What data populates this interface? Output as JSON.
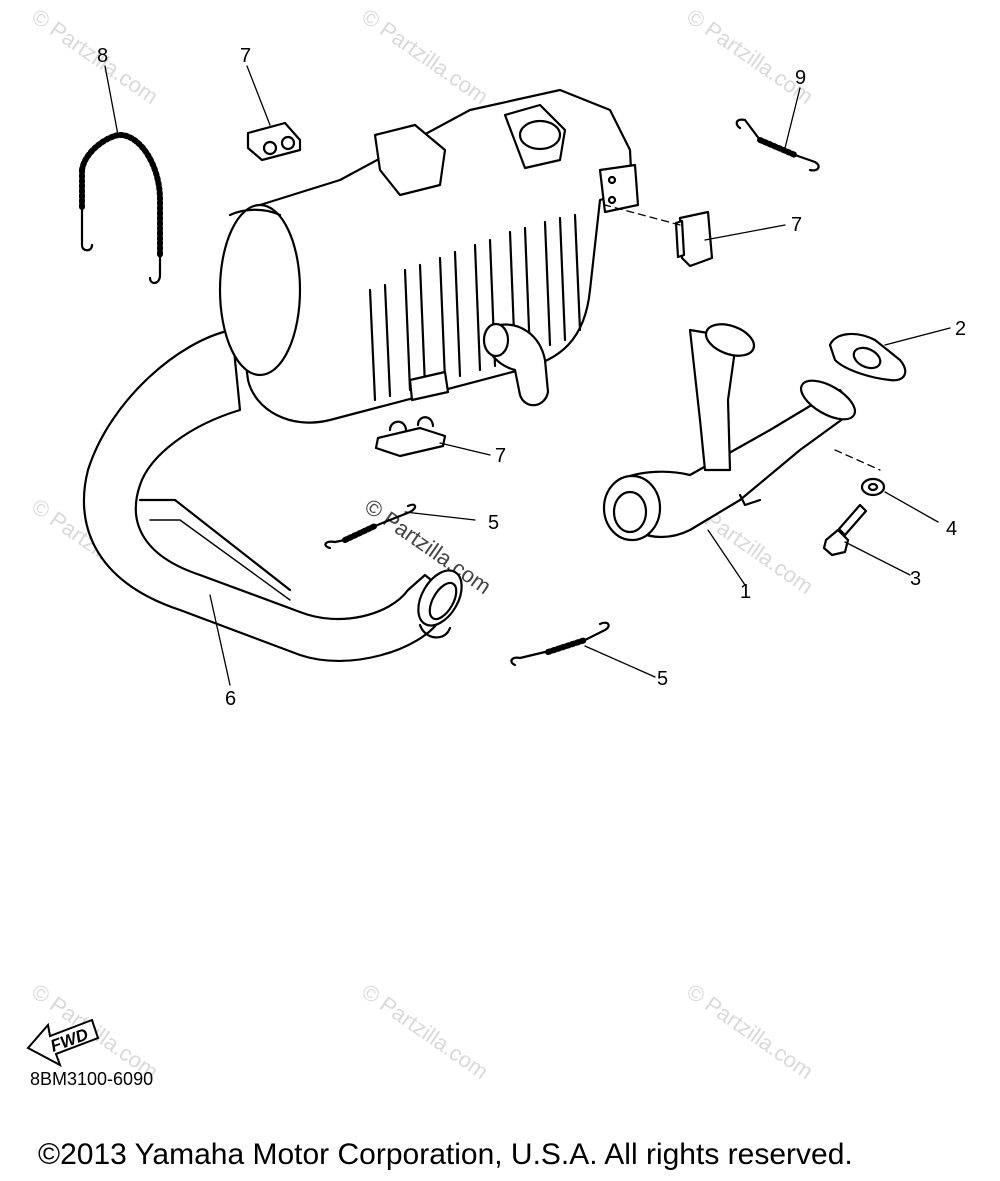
{
  "watermark": "© Partzilla.com",
  "callouts": {
    "c1": "1",
    "c2": "2",
    "c3": "3",
    "c4": "4",
    "c5a": "5",
    "c5b": "5",
    "c6": "6",
    "c7a": "7",
    "c7b": "7",
    "c7c": "7",
    "c8": "8",
    "c9": "9"
  },
  "fwd_label": "FWD",
  "part_code": "8BM3100-6090",
  "copyright": "©2013 Yamaha Motor Corporation, U.S.A. All rights reserved."
}
